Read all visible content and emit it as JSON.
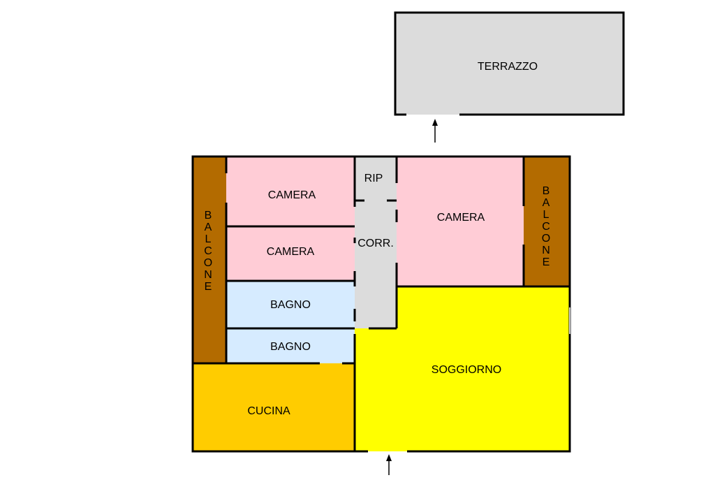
{
  "colors": {
    "camera": "#ffccd6",
    "bagno": "#d6ebff",
    "balcone": "#b36b00",
    "cucina": "#ffcc00",
    "soggiorno": "#ffff00",
    "corridor": "#dcdcdc",
    "terrazzo": "#dcdcdc",
    "wall": "#000000",
    "background": "#ffffff"
  },
  "rooms": {
    "terrazzo": "TERRAZZO",
    "balcone_left": "BALCONE",
    "balcone_right": "BALCONE",
    "camera_top_left": "CAMERA",
    "camera_mid_left": "CAMERA",
    "camera_right": "CAMERA",
    "bagno_1": "BAGNO",
    "bagno_2": "BAGNO",
    "ripostiglio": "RIP",
    "corridoio": "CORR.",
    "soggiorno": "SOGGIORNO",
    "cucina": "CUCINA"
  },
  "icons": {
    "entrance_main": "arrow-up-icon",
    "entrance_terrazzo": "arrow-up-icon"
  }
}
